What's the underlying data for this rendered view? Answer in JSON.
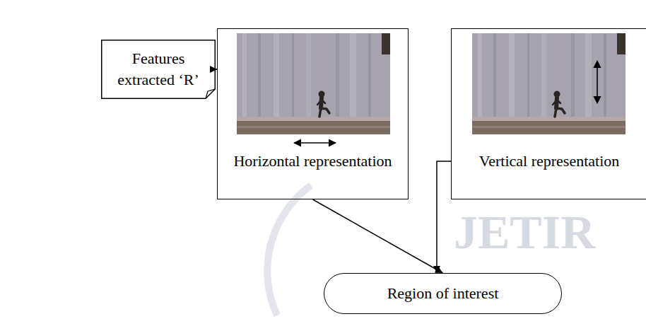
{
  "diagram": {
    "nodes": [
      {
        "text": [
          "Features extracted ‘R’"
        ]
      },
      {
        "text": [
          "Horizontal representation"
        ]
      },
      {
        "text": [
          "Vertical representation"
        ]
      },
      {
        "text": [
          "Region of interest"
        ]
      }
    ],
    "edges": [
      {
        "from": 0,
        "to": 1,
        "arrow": "to"
      },
      {
        "from": 1,
        "to": 3,
        "arrow": "to"
      },
      {
        "from": 2,
        "to": 3,
        "arrow": "to"
      }
    ],
    "labels": [
      "JETIR"
    ]
  }
}
